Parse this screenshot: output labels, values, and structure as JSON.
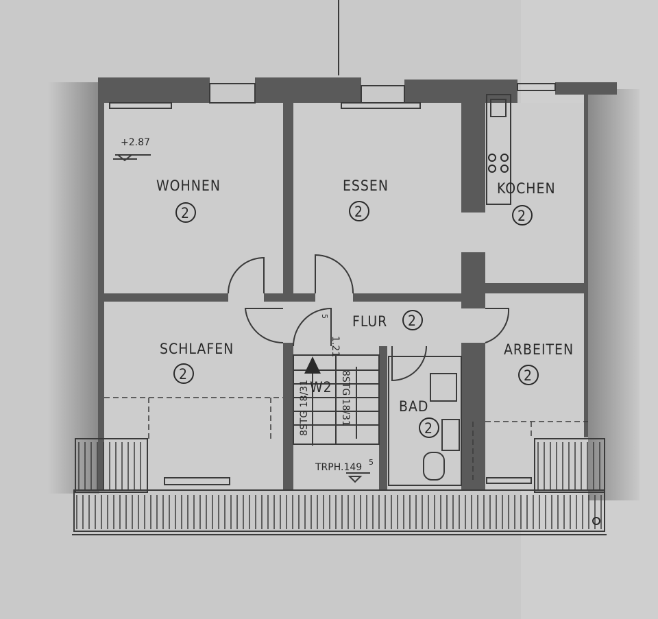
{
  "rooms": {
    "wohnen": {
      "label": "WOHNEN",
      "number": "2"
    },
    "essen": {
      "label": "ESSEN",
      "number": "2"
    },
    "kochen": {
      "label": "KOCHEN",
      "number": "2"
    },
    "schlafen": {
      "label": "SCHLAFEN",
      "number": "2"
    },
    "flur": {
      "label": "FLUR",
      "number": "2"
    },
    "arbeiten": {
      "label": "ARBEITEN",
      "number": "2"
    },
    "bad": {
      "label": "BAD",
      "number": "2"
    }
  },
  "annotations": {
    "level_mark": "+2.87",
    "stair_height": "1.21",
    "stair_height_sup": "5",
    "stair_left": "8STG 18/31",
    "stair_right": "8STG 18/31",
    "unit": "W2",
    "landing": "TRPH.149",
    "landing_sup": "5"
  },
  "colors": {
    "paper": "#c9c9c9",
    "wall": "#5a5a5a",
    "ink": "#2a2a2a"
  }
}
